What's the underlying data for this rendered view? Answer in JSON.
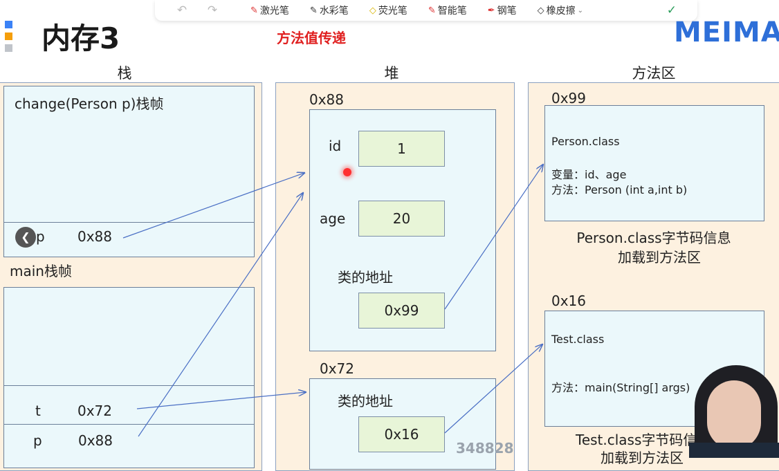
{
  "toolbar": {
    "items": [
      "激光笔",
      "水彩笔",
      "荧光笔",
      "智能笔",
      "钢笔",
      "橡皮擦"
    ]
  },
  "header": {
    "title": "内存3",
    "subtitle": "方法值传递",
    "brand": "MEIMA"
  },
  "columns": {
    "stack": "栈",
    "heap": "堆",
    "method_area": "方法区"
  },
  "stack": {
    "change_frame_label": "change(Person p)栈帧",
    "change_var_name": "p",
    "change_var_value": "0x88",
    "main_frame_label": "main栈帧",
    "main_vars": [
      {
        "name": "t",
        "value": "0x72"
      },
      {
        "name": "p",
        "value": "0x88"
      }
    ]
  },
  "heap": {
    "obj1_addr": "0x88",
    "field_id": "id",
    "field_id_value": "1",
    "field_age": "age",
    "field_age_value": "20",
    "class_addr_label": "类的地址",
    "class_addr_value": "0x99",
    "obj2_addr": "0x72",
    "obj2_class_label": "类的地址",
    "obj2_class_value": "0x16"
  },
  "method_area": {
    "box1_addr": "0x99",
    "box1_name": "Person.class",
    "box1_vars": "变量：id、age",
    "box1_methods": "方法：Person (int a,int b)",
    "box1_caption_line1": "Person.class字节码信息",
    "box1_caption_line2": "加载到方法区",
    "box2_addr": "0x16",
    "box2_name": "Test.class",
    "box2_methods": "方法：main(String[] args)",
    "box2_caption_line1": "Test.class字节码信",
    "box2_caption_line2": "加载到方法区"
  },
  "watermark": "348828",
  "colors": {
    "accent_red": "#e02020",
    "brand_blue": "#2e6fd8",
    "arrow": "#4a6fc4"
  }
}
